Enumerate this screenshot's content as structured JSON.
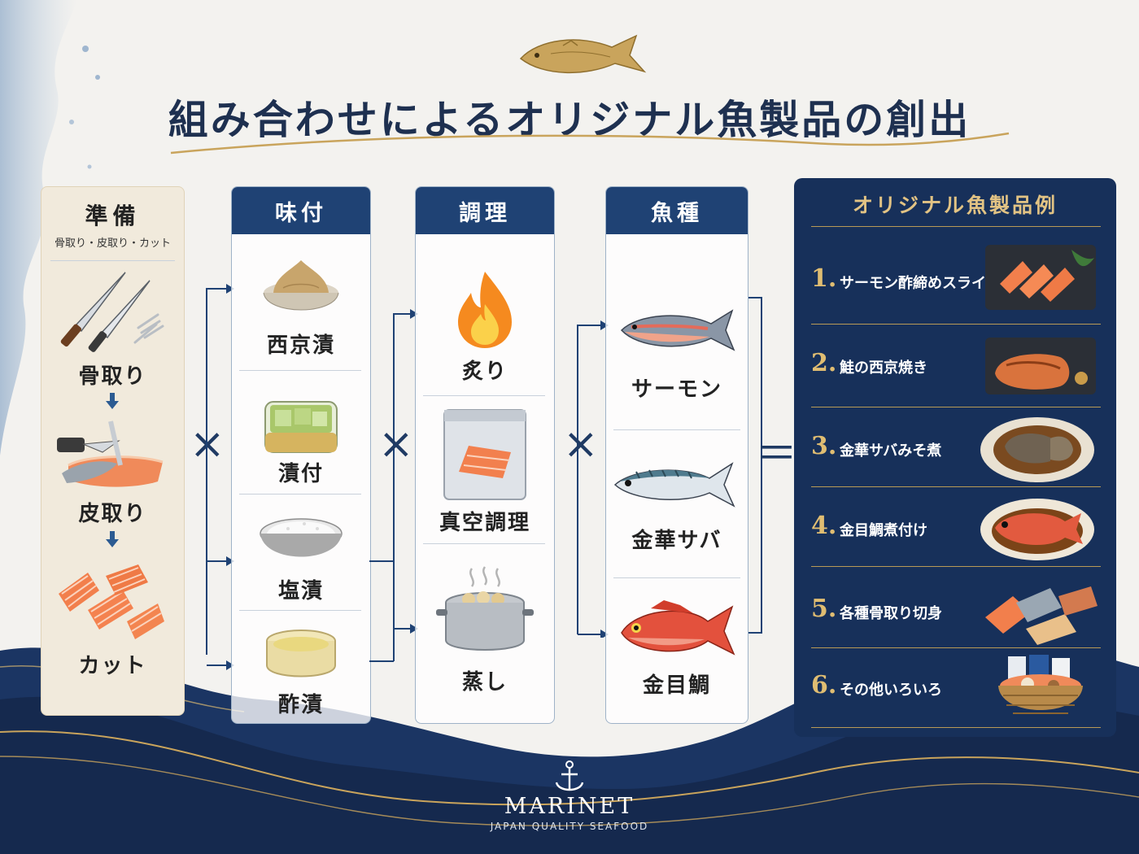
{
  "title": "組み合わせによるオリジナル魚製品の創出",
  "prep": {
    "heading": "準備",
    "subheading": "骨取り・皮取り・カット",
    "steps": [
      {
        "label": "骨取り",
        "icon": "knives-icon"
      },
      {
        "label": "皮取り",
        "icon": "skinning-icon"
      },
      {
        "label": "カット",
        "icon": "salmon-fillets-icon"
      }
    ]
  },
  "operators": {
    "times": "×",
    "equals": "＝"
  },
  "seasoning": {
    "heading": "味付",
    "items": [
      {
        "label": "西京漬",
        "icon": "miso-bowl-icon"
      },
      {
        "label": "漬付",
        "icon": "pickle-container-icon"
      },
      {
        "label": "塩漬",
        "icon": "salt-bowl-icon"
      },
      {
        "label": "酢漬",
        "icon": "vinegar-bowl-icon"
      }
    ]
  },
  "cooking": {
    "heading": "調理",
    "items": [
      {
        "label": "炙り",
        "icon": "flame-icon"
      },
      {
        "label": "真空調理",
        "icon": "vacuum-pack-icon"
      },
      {
        "label": "蒸し",
        "icon": "steaming-pot-icon"
      }
    ]
  },
  "fish": {
    "heading": "魚種",
    "items": [
      {
        "label": "サーモン",
        "icon": "salmon-icon"
      },
      {
        "label": "金華サバ",
        "icon": "mackerel-icon"
      },
      {
        "label": "金目鯛",
        "icon": "red-snapper-icon"
      }
    ]
  },
  "products": {
    "heading": "オリジナル魚製品例",
    "items": [
      {
        "num": "1.",
        "name": "サーモン酢締めスライス",
        "icon": "salmon-slices-plate-icon"
      },
      {
        "num": "2.",
        "name": "鮭の西京焼き",
        "icon": "grilled-salmon-icon"
      },
      {
        "num": "3.",
        "name": "金華サバみそ煮",
        "icon": "mackerel-miso-icon"
      },
      {
        "num": "4.",
        "name": "金目鯛煮付け",
        "icon": "simmered-snapper-icon"
      },
      {
        "num": "5.",
        "name": "各種骨取り切身",
        "icon": "fillet-assortment-icon"
      },
      {
        "num": "6.",
        "name": "その他いろいろ",
        "icon": "gift-basket-icon"
      }
    ]
  },
  "footer": {
    "brand": "MARINET",
    "tagline": "JAPAN QUALITY SEAFOOD",
    "icon": "anchor-icon"
  },
  "colors": {
    "navy": "#1f4274",
    "dark_navy": "#17305a",
    "gold": "#e0bd72",
    "cream": "#f1eadc"
  }
}
